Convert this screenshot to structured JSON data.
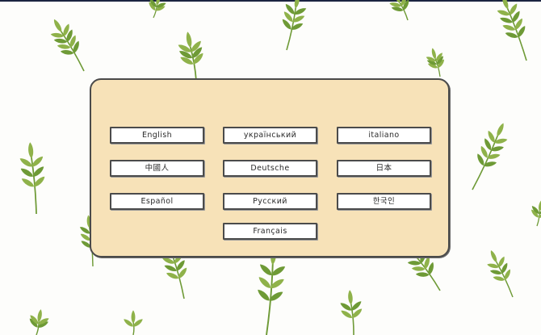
{
  "language_menu": {
    "buttons": [
      {
        "id": "english",
        "label": "English"
      },
      {
        "id": "ukrainian",
        "label": "український"
      },
      {
        "id": "italian",
        "label": "italiano"
      },
      {
        "id": "chinese",
        "label": "中國人"
      },
      {
        "id": "german",
        "label": "Deutsche"
      },
      {
        "id": "japanese",
        "label": "日本"
      },
      {
        "id": "spanish",
        "label": "Español"
      },
      {
        "id": "russian",
        "label": "Русский"
      },
      {
        "id": "korean",
        "label": "한국인"
      },
      {
        "id": "french",
        "label": "Français"
      }
    ]
  },
  "colors": {
    "panel": "#f7e2b8",
    "panel_border": "#4a4a4a",
    "button_bg": "#ffffff",
    "leaf": "#8fb24a",
    "leaf_dark": "#6e9a36",
    "top_bar": "#1b2440"
  },
  "background": {
    "decoration": "leaf-sprig-icon"
  }
}
